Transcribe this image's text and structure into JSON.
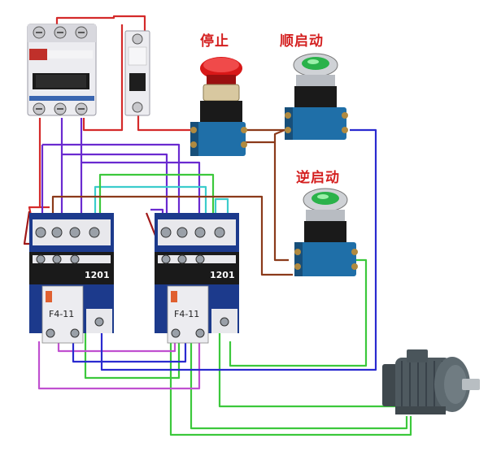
{
  "labels": {
    "stop": "停止",
    "forward_start": "顺启动",
    "reverse_start": "逆启动",
    "contactor_model": "1201",
    "aux_block_model": "F4-11"
  },
  "colors": {
    "label_red": "#d42020",
    "wire_red": "#d42a2a",
    "wire_purple": "#6a2ad0",
    "wire_magenta": "#c050d0",
    "wire_cyan": "#3ccccc",
    "wire_green": "#3cc83c",
    "wire_blue": "#2a2ad0",
    "wire_brown": "#8b3a1a",
    "wire_darkred": "#a01818",
    "button_body": "#1f6fa8",
    "contactor_white": "#e8e8ec",
    "contactor_blue": "#1c3a8c",
    "motor_body": "#4f5a60"
  },
  "components": [
    {
      "id": "main-breaker",
      "icon": "three-pole-breaker-icon"
    },
    {
      "id": "control-breaker",
      "icon": "single-pole-breaker-icon"
    },
    {
      "id": "stop-button",
      "icon": "red-mushroom-button-icon"
    },
    {
      "id": "forward-button",
      "icon": "green-pushbutton-icon"
    },
    {
      "id": "reverse-button",
      "icon": "green-pushbutton-icon"
    },
    {
      "id": "contactor-forward",
      "icon": "contactor-icon"
    },
    {
      "id": "contactor-reverse",
      "icon": "contactor-icon"
    },
    {
      "id": "motor",
      "icon": "three-phase-motor-icon"
    }
  ]
}
